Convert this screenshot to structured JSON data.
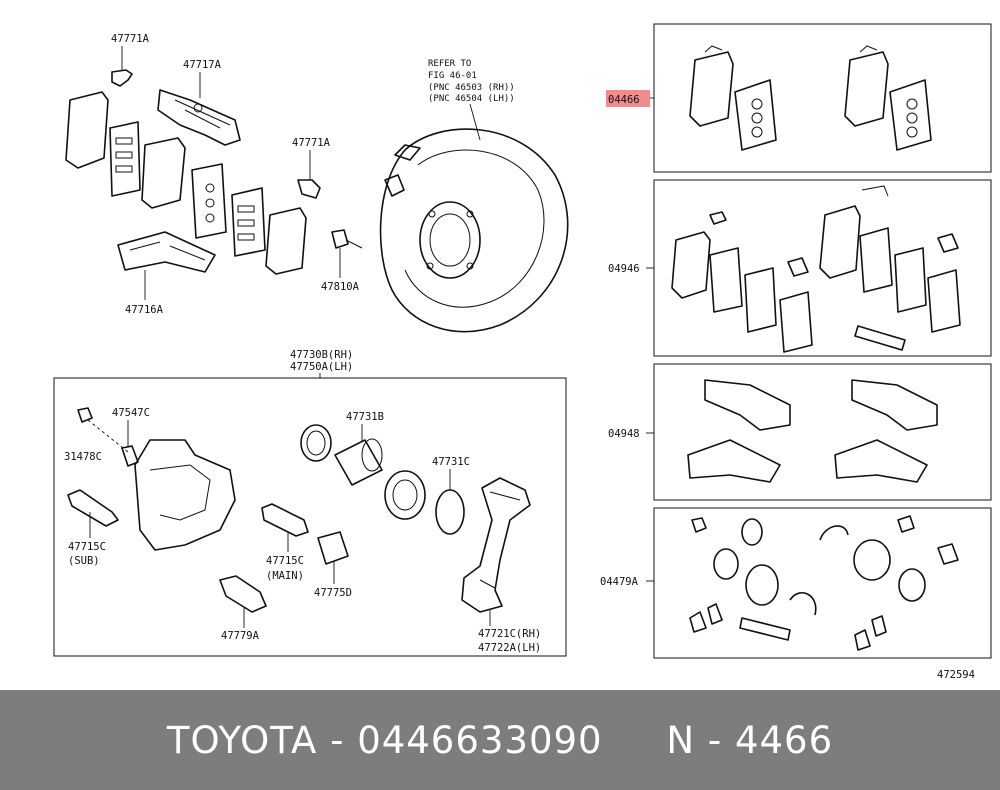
{
  "diagram": {
    "labels": {
      "p47771a_top": "47771A",
      "p47717a": "47717A",
      "p47771a_mid": "47771A",
      "p47716a": "47716A",
      "p47810a": "47810A",
      "refer_line1": "REFER TO",
      "refer_line2": "FIG 46-01",
      "refer_line3": "(PNC 46503 (RH))",
      "refer_line4": "(PNC 46504 (LH))",
      "p47730b": "47730B(RH)",
      "p47750a": "47750A(LH)",
      "p47547c": "47547C",
      "p31478c": "31478C",
      "p47731b": "47731B",
      "p47731c": "47731C",
      "p47715c_sub": "47715C",
      "sub": "(SUB)",
      "p47715c_main": "47715C",
      "main": "(MAIN)",
      "p47775d": "47775D",
      "p47779a": "47779A",
      "p47721c": "47721C(RH)",
      "p47722a": "47722A(LH)",
      "k04466": "04466",
      "k04946": "04946",
      "k04948": "04948",
      "k04479a": "04479A",
      "figno": "472594"
    },
    "highlight_color": "#f28b8b"
  },
  "footer": {
    "brand": "TOYOTA",
    "separator": " - ",
    "part_number": "0446633090",
    "gap": "     ",
    "ref": "N - 4466"
  }
}
